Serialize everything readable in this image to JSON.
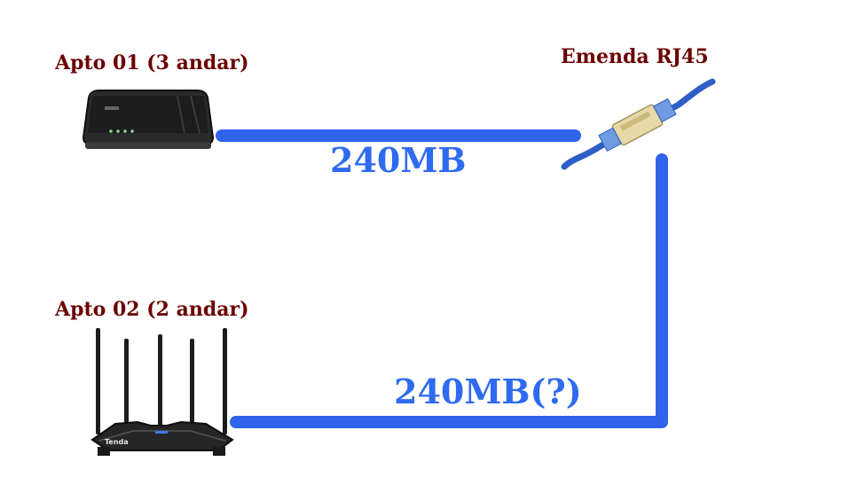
{
  "devices": {
    "apto01": {
      "label": "Apto 01 (3 andar)",
      "icon": "modem-icon"
    },
    "apto02": {
      "label": "Apto 02 (2 andar)",
      "icon": "router-icon",
      "brand": "Tenda"
    },
    "emenda": {
      "label": "Emenda RJ45",
      "icon": "rj45-coupler-icon"
    }
  },
  "links": {
    "top": {
      "label": "240MB"
    },
    "bottom": {
      "label": "240MB(?)"
    }
  },
  "colors": {
    "cable": "#2f63ea",
    "title_text": "#6b0000",
    "speed_text": "#2f6bf0"
  }
}
